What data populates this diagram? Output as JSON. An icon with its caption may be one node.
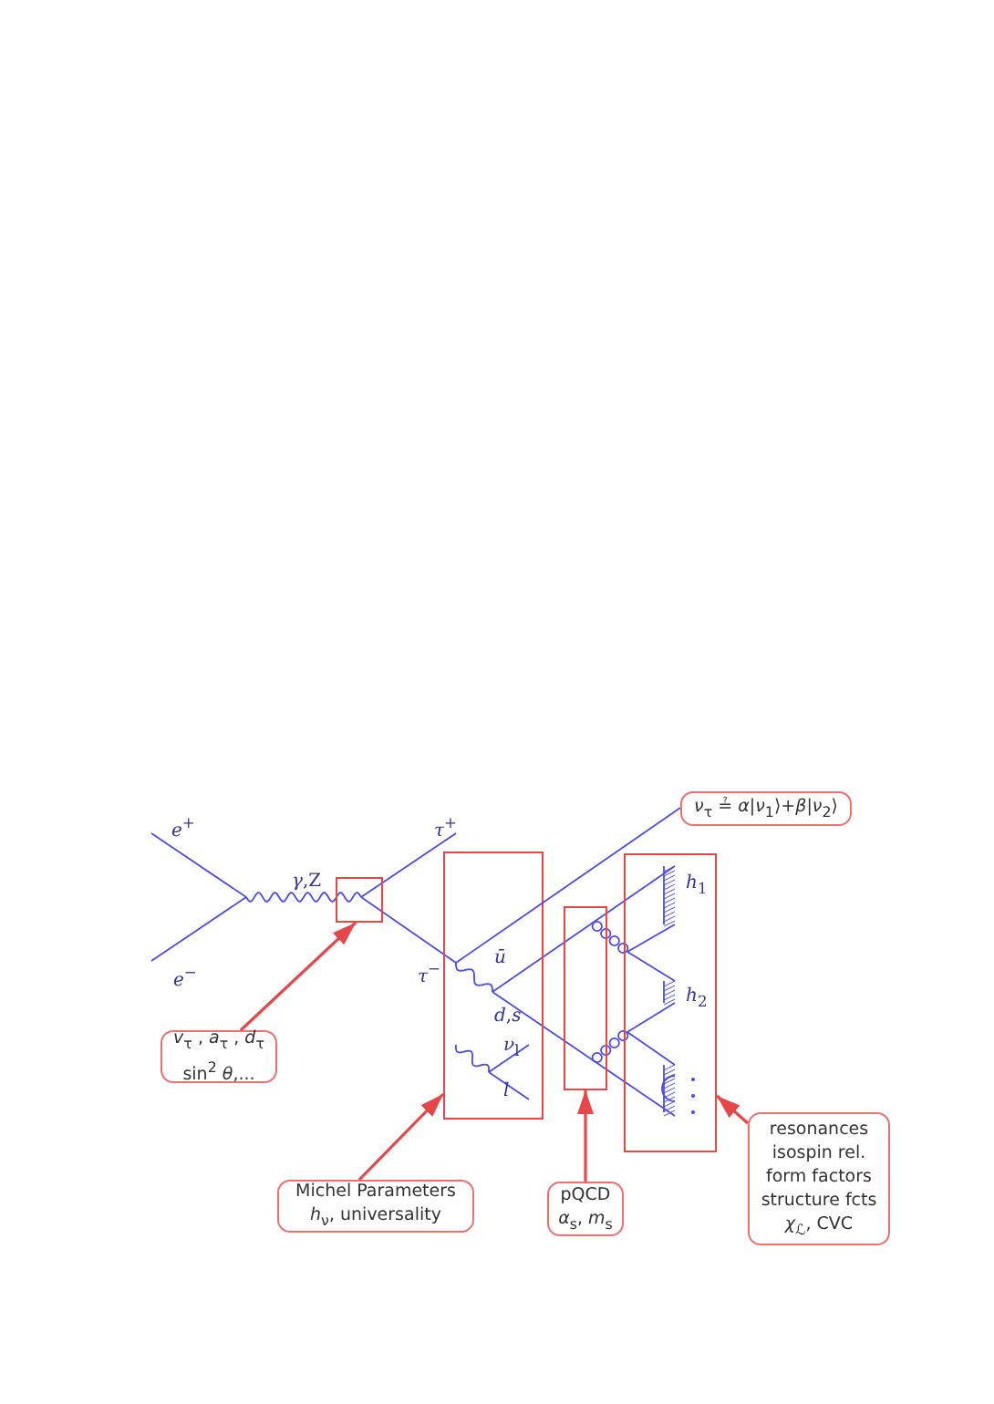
{
  "diagram": {
    "nodes": [
      {
        "text": [
          "*ν*$_{τ}$ ≟ *α*|*ν*$_{1}$⟩+*β*|*ν*$_{2}$⟩"
        ]
      },
      {
        "text": [],
        "shape": "box"
      },
      {
        "text": [],
        "shape": "box"
      },
      {
        "text": [],
        "shape": "box"
      },
      {
        "text": [],
        "shape": "box"
      },
      {
        "text": [
          "*v*$_{τ}$ , *a*$_{τ}$ , *d*$_{τ}$",
          "sin$^{2}$ *θ*,..."
        ]
      },
      {
        "text": [
          "Michel Parameters",
          "*h*$_{ν}$, universality"
        ]
      },
      {
        "text": [
          "pQCD",
          "*α*$_{s}$, *m*$_{s}$"
        ]
      },
      {
        "text": [
          "resonances",
          "isospin rel.",
          "form factors",
          "structure fcts",
          "*χ*$_{ℒ}$, CVC"
        ]
      }
    ],
    "edges": [
      {
        "from": 2,
        "to": 0,
        "arrow": "none",
        "color": "#4a4af0"
      },
      {
        "from": 5,
        "to": 1,
        "arrow": "to"
      },
      {
        "from": 6,
        "to": 2,
        "arrow": "to"
      },
      {
        "from": 7,
        "to": 3,
        "arrow": "to"
      },
      {
        "from": 8,
        "to": 4,
        "arrow": "to"
      }
    ],
    "labels": [
      "*e*$^{+}$",
      "*τ*$^{+}$",
      "*γ*,Z",
      "*e*$^{−}$",
      "*τ*$^{−}$",
      "*h*$_{1}$",
      "*ū*",
      "*d*,*s*",
      "*h*$_{2}$",
      "*ν*$_{l}$",
      "*l*"
    ]
  }
}
